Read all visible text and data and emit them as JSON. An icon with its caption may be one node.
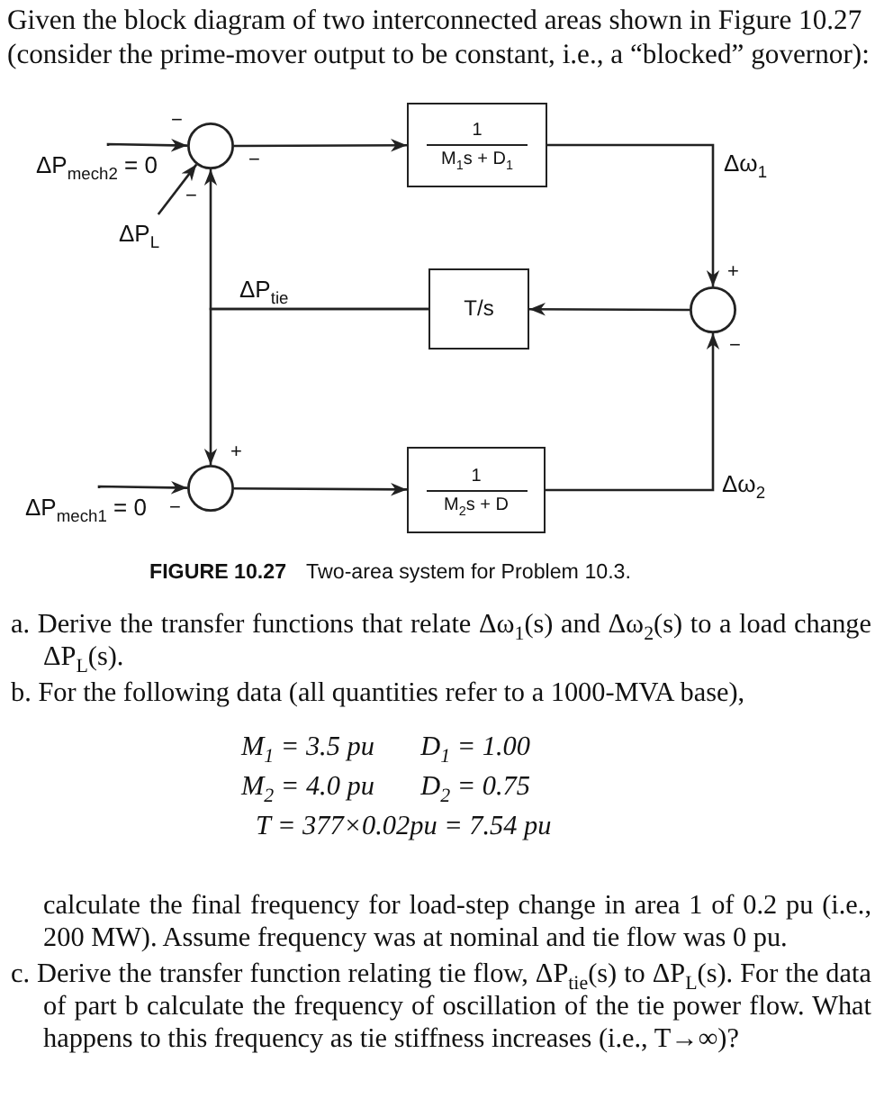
{
  "diagram": {
    "caption": "**FIGURE 10.27** Two-area system for Problem 10.3.",
    "nodes": [
      {
        "text": [],
        "shape": "circle"
      },
      {
        "text": [
          "1",
          "M$_{1}$s + D$_{1}$"
        ]
      },
      {
        "text": [],
        "shape": "circle"
      },
      {
        "text": [
          "T/s"
        ]
      },
      {
        "text": [],
        "shape": "circle"
      },
      {
        "text": [
          "1",
          "M$_{2}$s + D"
        ]
      },
      {
        "text": [
          "ΔP$_{mech2}$ = 0"
        ]
      },
      {
        "text": [
          "ΔP$_{L}$"
        ]
      },
      {
        "text": [
          "ΔP$_{mech1}$ = 0"
        ]
      }
    ],
    "edges": [
      {
        "from": 6,
        "to": 0,
        "arrow": "to"
      },
      {
        "from": 7,
        "to": 0,
        "arrow": "to"
      },
      {
        "from": 0,
        "to": 1,
        "arrow": "to"
      },
      {
        "from": 1,
        "to": 2,
        "arrow": "to",
        "label": "Δω$_{1}$"
      },
      {
        "from": 2,
        "to": 3,
        "arrow": "to"
      },
      {
        "from": 3,
        "to": 0,
        "arrow": "to",
        "label": "ΔP$_{tie}$"
      },
      {
        "from": 3,
        "to": 4,
        "arrow": "to"
      },
      {
        "from": 8,
        "to": 4,
        "arrow": "to"
      },
      {
        "from": 4,
        "to": 5,
        "arrow": "to"
      },
      {
        "from": 5,
        "to": 2,
        "arrow": "to",
        "label": "Δω$_{2}$"
      }
    ],
    "labels": [
      "Given the block diagram of two interconnected areas shown in Figure 10.27 (consider the prime-mover output to be constant, i.e., a “blocked” governor):",
      "−",
      "−",
      "−",
      "+",
      "−",
      "+",
      "−",
      "a. Derive the transfer functions that relate Δω$_{1}$(s) and Δω$_{2}$(s) to a load change ΔP$_{L}$(s).",
      "b. For the following data (all quantities refer to a 1000-MVA base),",
      "M$_{1}$ = 3.5 pu",
      "D$_{1}$ = 1.00",
      "M$_{2}$ = 4.0 pu",
      "D$_{2}$ = 0.75",
      "T = 377×0.02pu = 7.54 pu",
      "calculate the final frequency for load-step change in area 1 of 0.2 pu (i.e., 200 MW). Assume frequency was at nominal and tie flow was 0 pu.",
      "c. Derive the transfer function relating tie flow, ΔP$_{tie}$(s) to ΔP$_{L}$(s). For the data of part b calculate the frequency of oscillation of the tie power flow. What happens to this frequency as tie stiffness increases (i.e., T→∞)?"
    ]
  }
}
